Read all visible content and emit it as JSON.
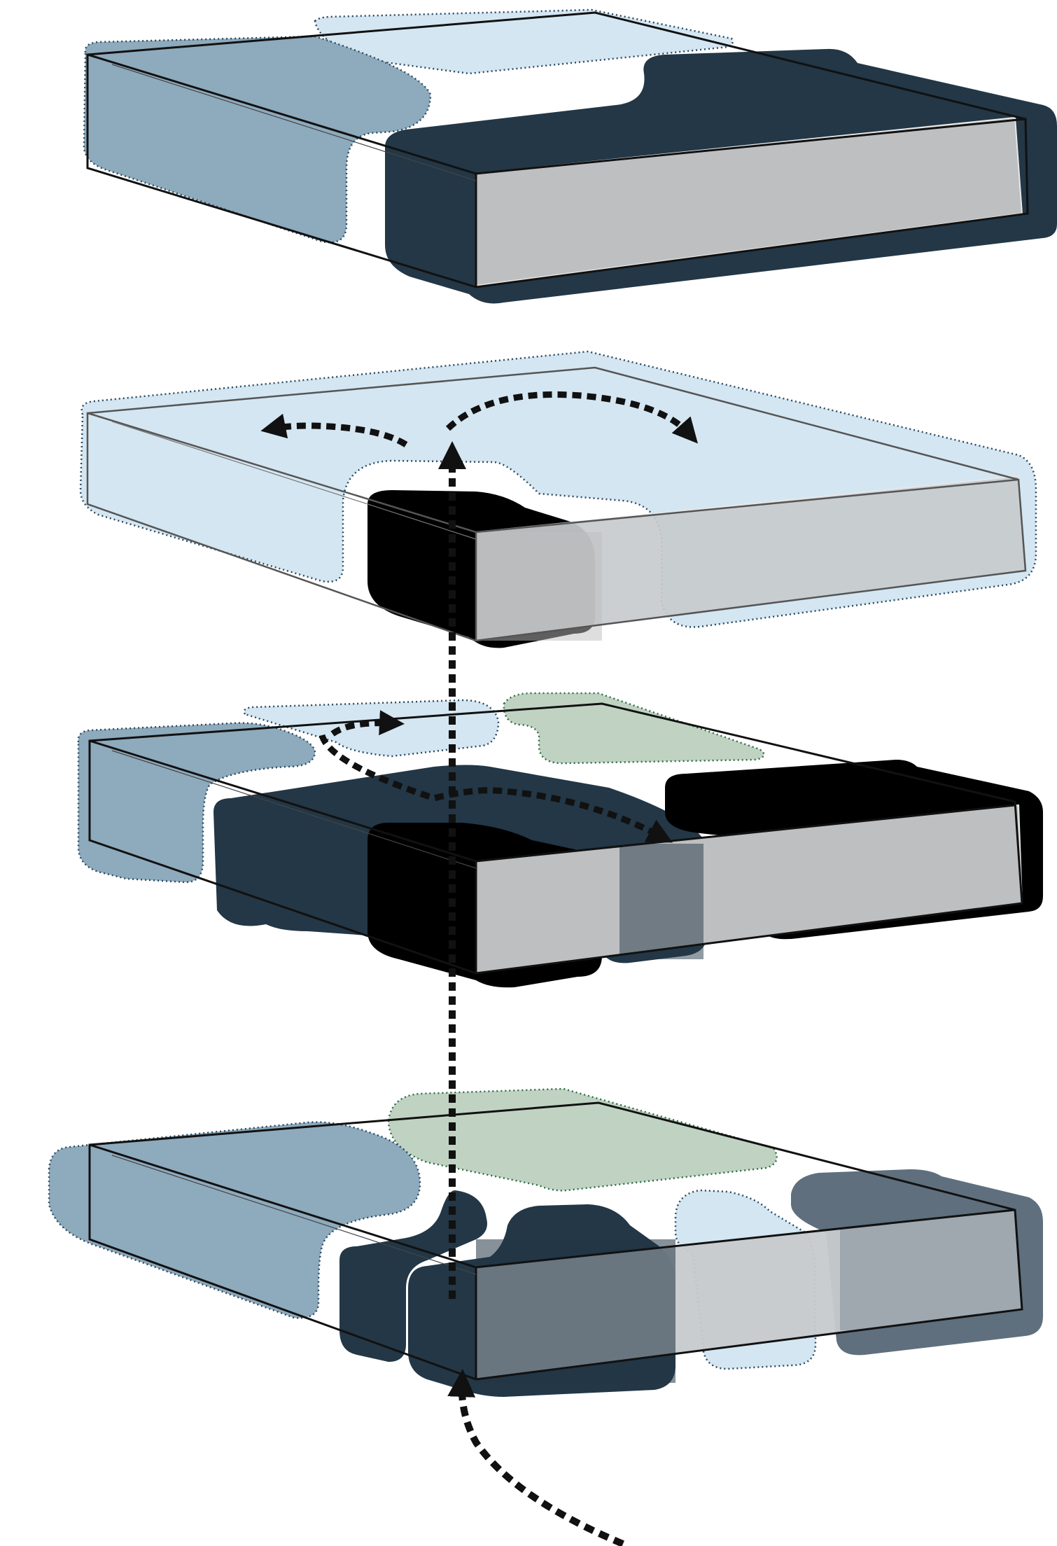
{
  "diagram": {
    "kind": "exploded-axonometric-floor-stack",
    "levels": [
      {
        "name": "top-level",
        "zones": [
          "pale-blue",
          "steel-blue",
          "dark-navy"
        ]
      },
      {
        "name": "upper-middle-level",
        "zones": [
          "pale-blue",
          "black-core"
        ],
        "flows": [
          "arrow-left",
          "arrow-right",
          "arrow-up"
        ]
      },
      {
        "name": "lower-middle-level",
        "zones": [
          "pale-blue",
          "steel-blue",
          "dark-navy",
          "black-core",
          "sage-green"
        ],
        "flows": [
          "arrow-small",
          "arrow-long"
        ]
      },
      {
        "name": "ground-level",
        "zones": [
          "pale-blue",
          "steel-blue",
          "dark-navy",
          "slate",
          "sage-green"
        ],
        "flows": [
          "arrow-entry"
        ]
      }
    ]
  },
  "colors": {
    "pale_blue": "#d4e6f2",
    "steel_blue": "#8eaabd",
    "dark_navy": "#233746",
    "black": "#000000",
    "sage_green": "#c0d3c2",
    "slate": "#5f6f7d",
    "facade_grey": "#bdbfc1",
    "arrow": "#111111"
  }
}
